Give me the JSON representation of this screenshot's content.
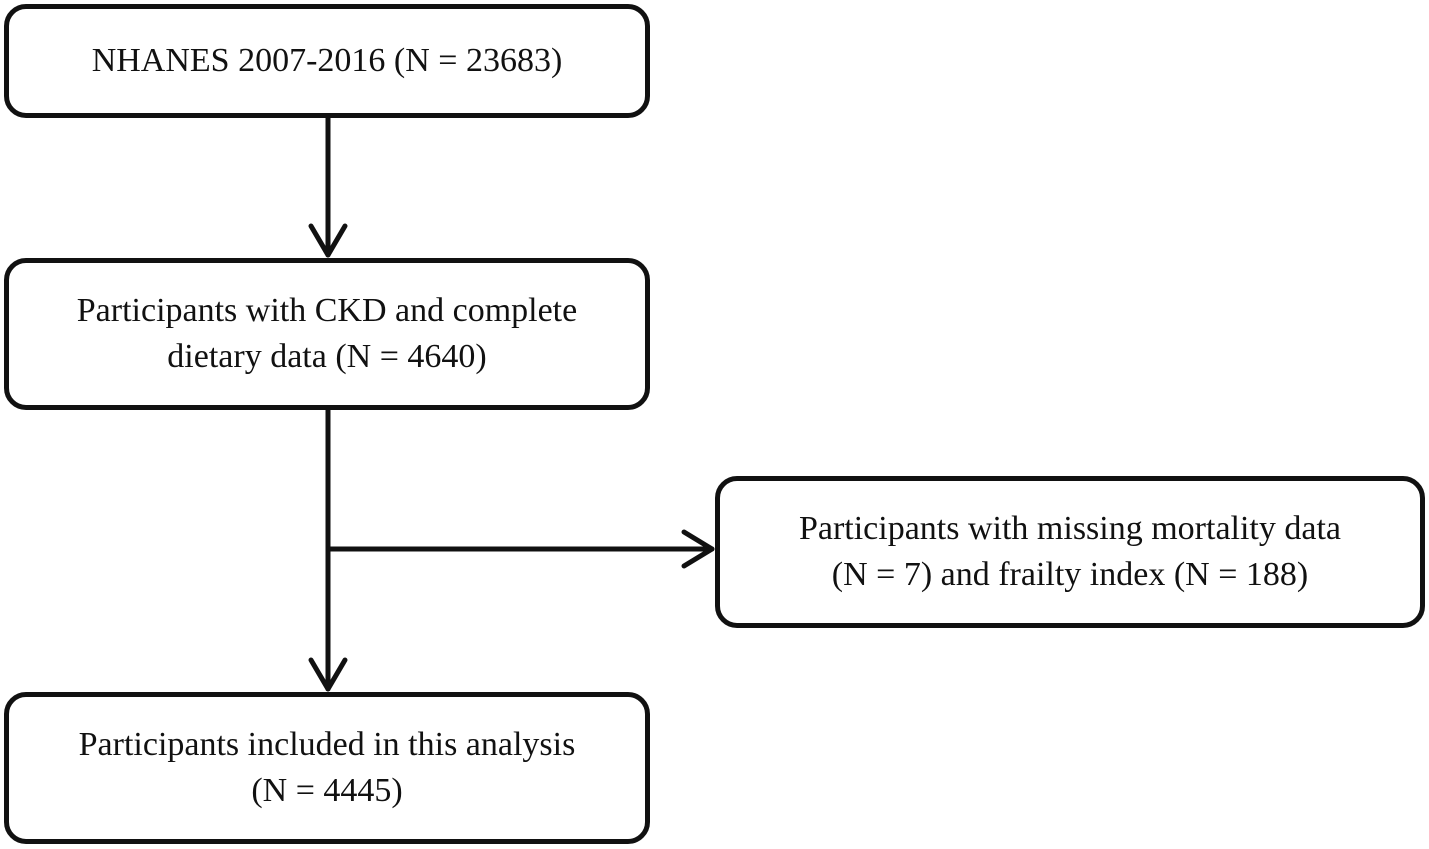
{
  "nodes": {
    "source": {
      "line1": "NHANES 2007-2016 (N = 23683)"
    },
    "ckd": {
      "line1": "Participants with CKD and complete",
      "line2": "dietary data (N = 4640)"
    },
    "excluded": {
      "line1": "Participants with missing mortality data",
      "line2": "(N = 7) and frailty index (N = 188)"
    },
    "final": {
      "line1": "Participants included in this analysis",
      "line2": "(N = 4445)"
    }
  },
  "edges": [
    {
      "from": "source",
      "to": "ckd"
    },
    {
      "from": "ckd",
      "to": "final"
    },
    {
      "from": "ckd",
      "to": "excluded"
    }
  ],
  "colors": {
    "stroke": "#111111",
    "background": "#ffffff"
  }
}
